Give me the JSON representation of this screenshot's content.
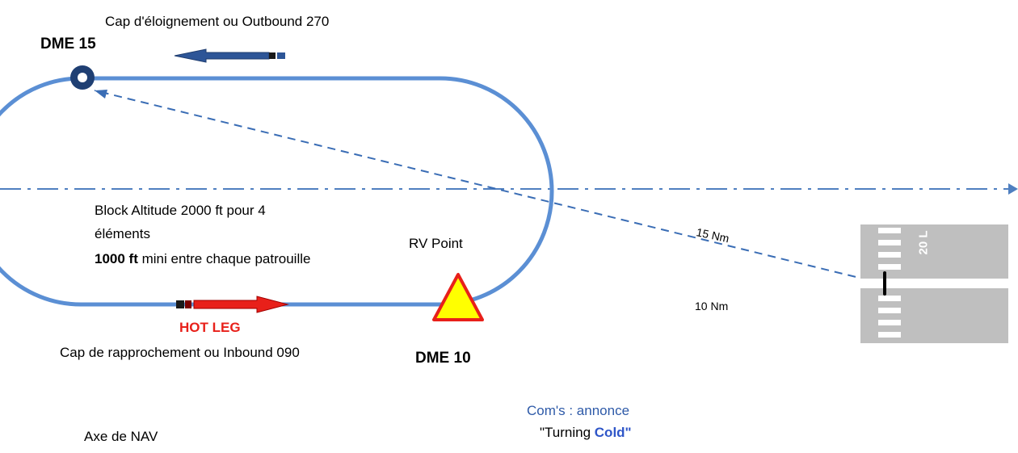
{
  "labels": {
    "outbound": "Cap d'éloignement  ou Outbound 270",
    "dme15": "DME 15",
    "block_line1": "Block Altitude 2000 ft pour 4",
    "block_line2": "éléments",
    "block_line3_bold": "1000 ft",
    "block_line3_rest": " mini entre chaque patrouille",
    "rv_point": "RV Point",
    "hot_leg": "HOT LEG",
    "inbound": "Cap de rapprochement  ou Inbound 090",
    "dme10": "DME 10",
    "dist15": "15 Nm",
    "dist10": "10 Nm",
    "runway": "20 L",
    "com_line1": "Com's : annonce",
    "com_line2_prefix": "\"Turning ",
    "com_line2_cold": "Cold\"",
    "nav_axis": "Axe de NAV"
  },
  "colors": {
    "pattern": "#5b8fd4",
    "dashed": "#3a6db5",
    "nav_axis": "#4f7fc0",
    "outbound_arrow": "#2d5597",
    "hot_arrow": "#e8201a",
    "hot_text": "#e8201a",
    "triangle_fill": "#ffff00",
    "triangle_stroke": "#e8201a",
    "beacon": "#1f3f73",
    "runway": "#bfbfbf",
    "com_text": "#2e5aa8",
    "cold_text": "#2f56c8"
  },
  "icons": {
    "dme_beacon": "ring-beacon-icon",
    "rv_point": "warning-triangle-icon",
    "outbound_arrow": "arrow-left-icon",
    "hot_arrow": "arrow-right-icon"
  }
}
